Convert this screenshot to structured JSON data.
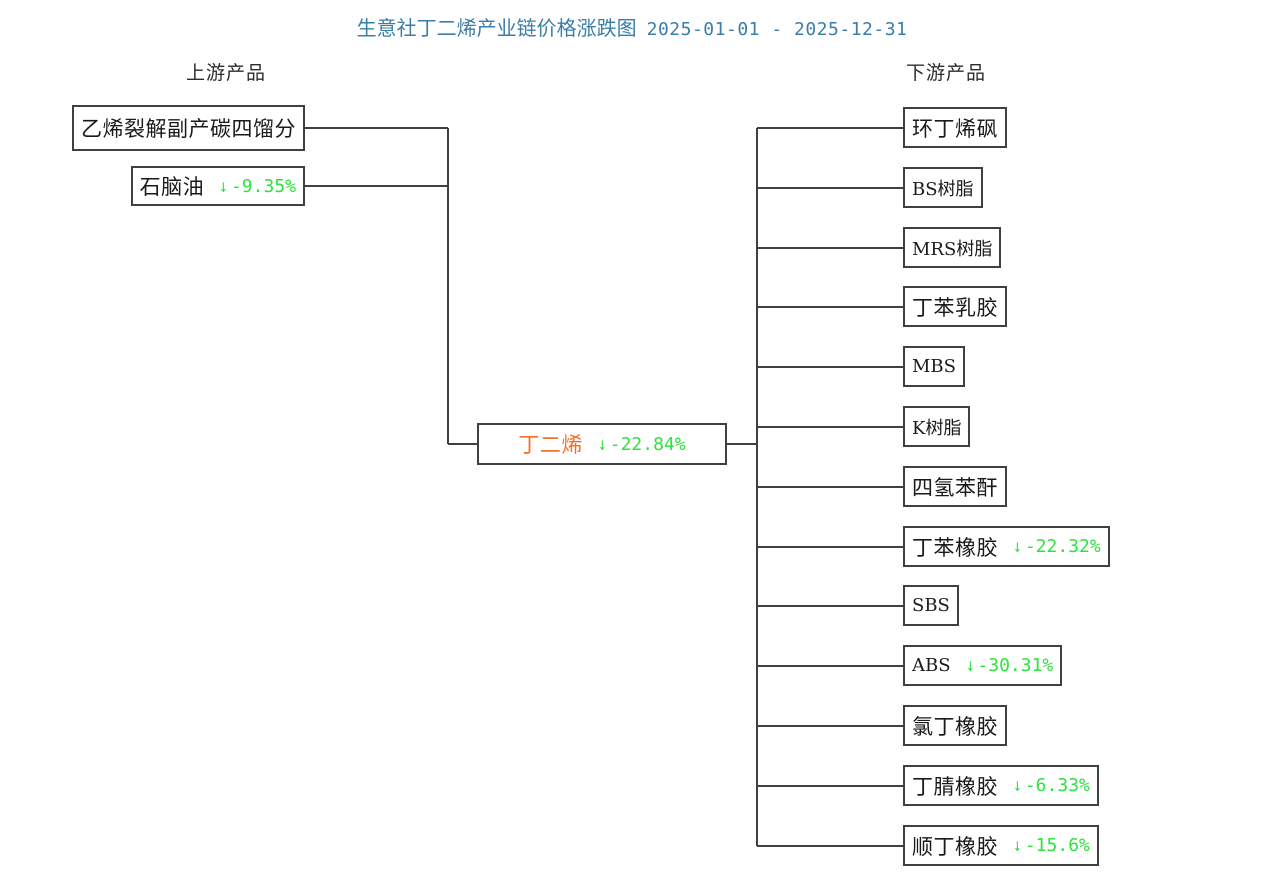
{
  "title": {
    "main": "生意社丁二烯产业链价格涨跌图",
    "date_range": "2025-01-01 - 2025-12-31",
    "color": "#3b7ea8"
  },
  "headers": {
    "upstream": "上游产品",
    "downstream": "下游产品"
  },
  "colors": {
    "down": "#2ee33f",
    "center_name": "#f4712b",
    "box_border": "#404040",
    "text": "#1a1a1a",
    "background": "#ffffff"
  },
  "center": {
    "name": "丁二烯",
    "arrow": "↓",
    "change": "-22.84%",
    "direction": "down"
  },
  "upstream": [
    {
      "name": "乙烯裂解副产碳四馏分",
      "arrow": "",
      "change": "",
      "direction": "none",
      "latin": false
    },
    {
      "name": "石脑油",
      "arrow": "↓",
      "change": "-9.35%",
      "direction": "down",
      "latin": false
    }
  ],
  "downstream": [
    {
      "name": "环丁烯砜",
      "arrow": "",
      "change": "",
      "direction": "none",
      "latin": false
    },
    {
      "name": "BS树脂",
      "arrow": "",
      "change": "",
      "direction": "none",
      "latin": true
    },
    {
      "name": "MRS树脂",
      "arrow": "",
      "change": "",
      "direction": "none",
      "latin": true
    },
    {
      "name": "丁苯乳胶",
      "arrow": "",
      "change": "",
      "direction": "none",
      "latin": false
    },
    {
      "name": "MBS",
      "arrow": "",
      "change": "",
      "direction": "none",
      "latin": true
    },
    {
      "name": "K树脂",
      "arrow": "",
      "change": "",
      "direction": "none",
      "latin": true
    },
    {
      "name": "四氢苯酐",
      "arrow": "",
      "change": "",
      "direction": "none",
      "latin": false
    },
    {
      "name": "丁苯橡胶",
      "arrow": "↓",
      "change": "-22.32%",
      "direction": "down",
      "latin": false
    },
    {
      "name": "SBS",
      "arrow": "",
      "change": "",
      "direction": "none",
      "latin": true
    },
    {
      "name": "ABS",
      "arrow": "↓",
      "change": "-30.31%",
      "direction": "down",
      "latin": true
    },
    {
      "name": "氯丁橡胶",
      "arrow": "",
      "change": "",
      "direction": "none",
      "latin": false
    },
    {
      "name": "丁腈橡胶",
      "arrow": "↓",
      "change": "-6.33%",
      "direction": "down",
      "latin": false
    },
    {
      "name": "顺丁橡胶",
      "arrow": "↓",
      "change": "-15.6%",
      "direction": "down",
      "latin": false
    }
  ],
  "chart_data": {
    "type": "diagram",
    "title": "生意社丁二烯产业链价格涨跌图 2025-01-01 - 2025-12-31",
    "center_product": "丁二烯",
    "center_change_pct": -22.84,
    "upstream": [
      {
        "product": "乙烯裂解副产碳四馏分",
        "change_pct": null
      },
      {
        "product": "石脑油",
        "change_pct": -9.35
      }
    ],
    "downstream": [
      {
        "product": "环丁烯砜",
        "change_pct": null
      },
      {
        "product": "BS树脂",
        "change_pct": null
      },
      {
        "product": "MRS树脂",
        "change_pct": null
      },
      {
        "product": "丁苯乳胶",
        "change_pct": null
      },
      {
        "product": "MBS",
        "change_pct": null
      },
      {
        "product": "K树脂",
        "change_pct": null
      },
      {
        "product": "四氢苯酐",
        "change_pct": null
      },
      {
        "product": "丁苯橡胶",
        "change_pct": -22.32
      },
      {
        "product": "SBS",
        "change_pct": null
      },
      {
        "product": "ABS",
        "change_pct": -30.31
      },
      {
        "product": "氯丁橡胶",
        "change_pct": null
      },
      {
        "product": "丁腈橡胶",
        "change_pct": -6.33
      },
      {
        "product": "顺丁橡胶",
        "change_pct": -15.6
      }
    ]
  }
}
